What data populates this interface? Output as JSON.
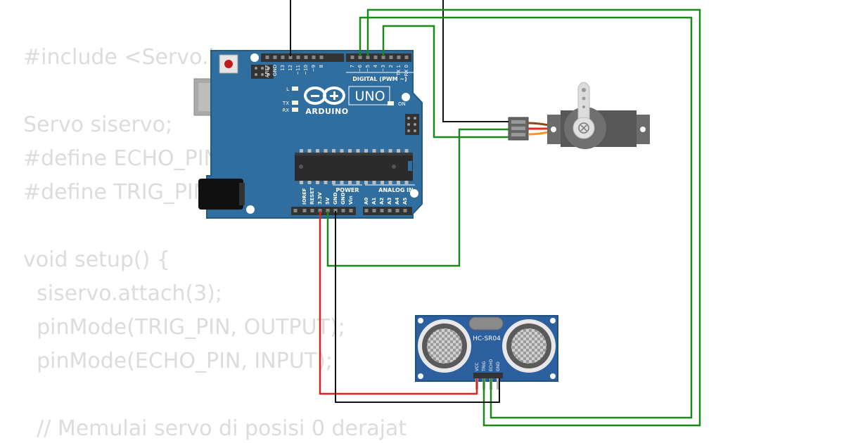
{
  "code_background": {
    "lines": [
      "#include <Servo.h>",
      "",
      "Servo siservo;",
      "#define ECHO_PIN",
      "#define TRIG_PIN",
      "",
      "void setup() {",
      "  siservo.attach(3);",
      "  pinMode(TRIG_PIN, OUTPUT);",
      "  pinMode(ECHO_PIN, INPUT);",
      "",
      "  // Memulai servo di posisi 0 derajat"
    ]
  },
  "arduino": {
    "brand": "ARDUINO",
    "model": "UNO",
    "digital_header": "DIGITAL (PWM ~)",
    "power_header": "POWER",
    "analog_header": "ANALOG IN",
    "on_label": "ON",
    "l_label": "L",
    "tx_label": "TX",
    "rx_label": "RX",
    "top_pins": [
      "AREF",
      "GND",
      "13",
      "12",
      "~11",
      "~10",
      "~9",
      "8",
      "7",
      "~6",
      "~5",
      "4",
      "~3",
      "2",
      "TX 1",
      "RX 0"
    ],
    "bottom_pins": [
      "IOREF",
      "RESET",
      "3.3V",
      "5V",
      "GND",
      "GND",
      "Vin",
      "A0",
      "A1",
      "A2",
      "A3",
      "A4",
      "A5"
    ]
  },
  "sensor": {
    "label": "HC-SR04",
    "pins": [
      "VCC",
      "TRIG",
      "ECHO",
      "GND"
    ]
  },
  "wire_colors": {
    "signal": "#1b8a1b",
    "ground": "#111111",
    "power": "#dd2222",
    "servo_brown": "#8a4a14",
    "servo_red": "#e82a1a",
    "servo_orange": "#f29a1c"
  }
}
